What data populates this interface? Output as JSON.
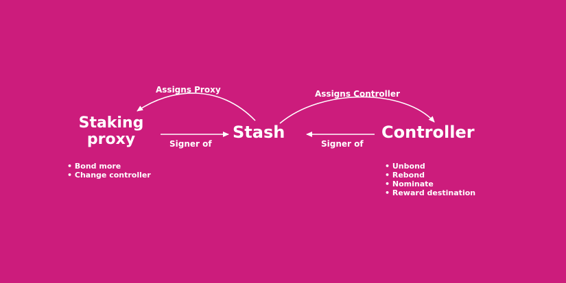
{
  "colors": {
    "background": "#cc1c7c",
    "foreground": "#ffffff"
  },
  "nodes": {
    "staking_proxy": {
      "title_line1": "Staking",
      "title_line2": "proxy",
      "actions": [
        "Bond more",
        "Change controller"
      ]
    },
    "stash": {
      "title": "Stash"
    },
    "controller": {
      "title": "Controller",
      "actions": [
        "Unbond",
        "Rebond",
        "Nominate",
        "Reward destination"
      ]
    }
  },
  "edges": {
    "assigns_proxy": "Assigns Proxy",
    "proxy_signer_of": "Signer of",
    "assigns_controller": "Assigns Controller",
    "controller_signer_of": "Signer of"
  }
}
